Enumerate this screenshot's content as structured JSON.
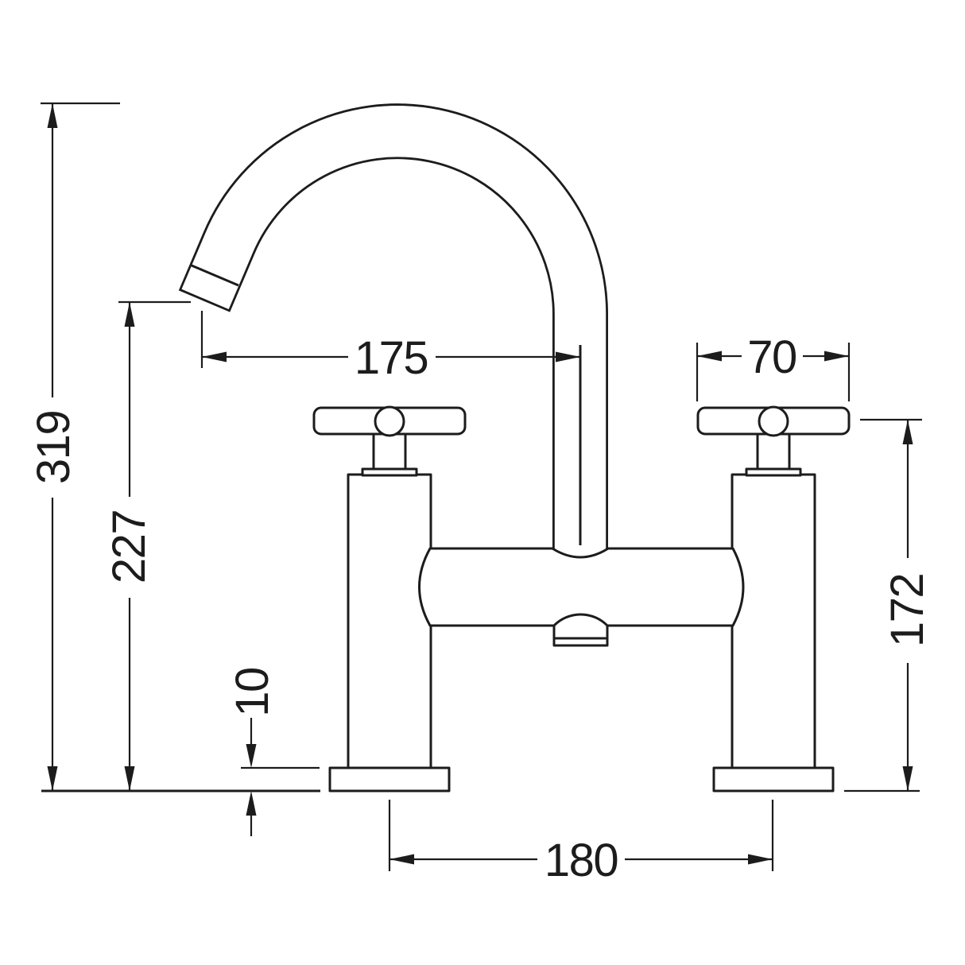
{
  "drawing": {
    "type": "technical-dimension-drawing",
    "subject": "bath filler tap, front elevation",
    "background": "#ffffff",
    "line_color": "#1c1c1c",
    "labels": {
      "overall_height": "319",
      "spout_outlet_height": "227",
      "spout_reach": "175",
      "handle_width": "70",
      "body_height": "172",
      "base_plate_thickness": "10",
      "tap_centres": "180"
    }
  }
}
